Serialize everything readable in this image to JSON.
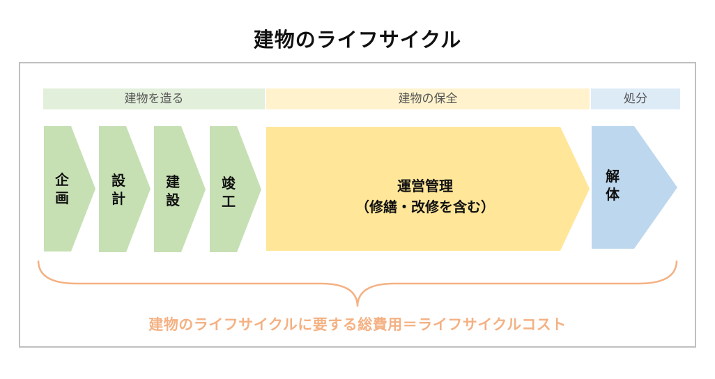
{
  "title": "建物のライフサイクル",
  "phases": [
    {
      "label": "建物を造る",
      "color": "#e2efda"
    },
    {
      "label": "建物の保全",
      "color": "#fff2cc"
    },
    {
      "label": "処分",
      "color": "#ddebf7"
    }
  ],
  "stages": [
    {
      "label": "企画",
      "color": "#c6e0b4"
    },
    {
      "label": "設計",
      "color": "#c6e0b4"
    },
    {
      "label": "建設",
      "color": "#c6e0b4"
    },
    {
      "label": "竣工",
      "color": "#c6e0b4"
    },
    {
      "label_line1": "運営管理",
      "label_line2": "（修繕・改修を含む）",
      "color": "#ffe699"
    },
    {
      "label": "解体",
      "color": "#bdd7ee"
    }
  ],
  "total_cost": {
    "label": "建物のライフサイクルに要する総費用＝ライフサイクルコスト",
    "color": "#f4b183"
  }
}
